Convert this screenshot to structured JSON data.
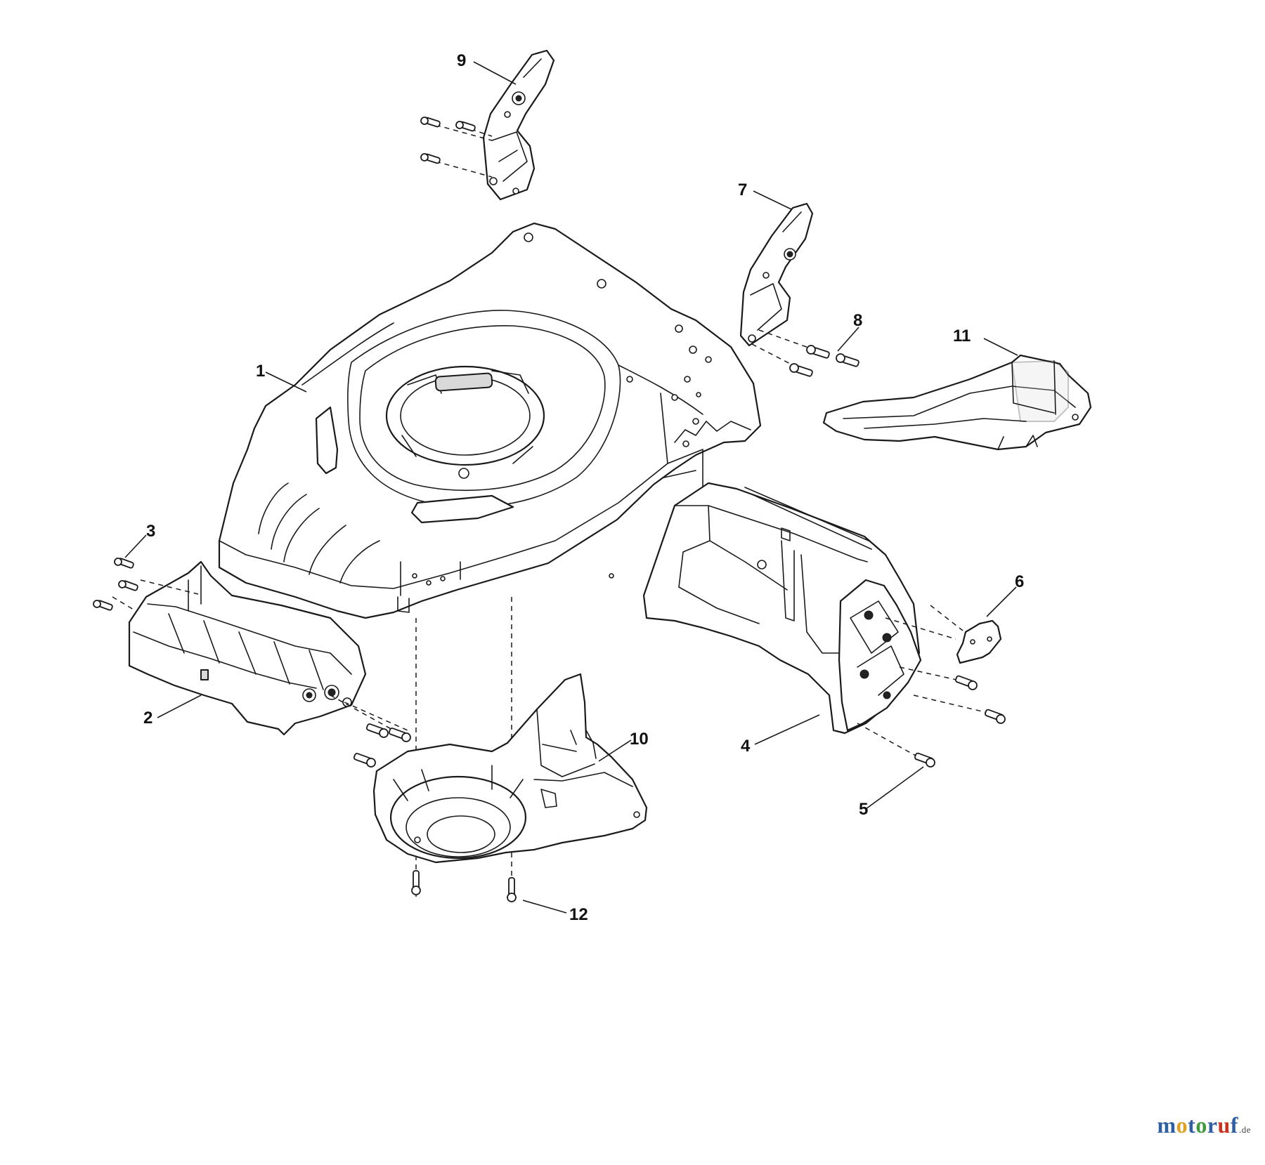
{
  "callouts": {
    "c1": "1",
    "c2": "2",
    "c3": "3",
    "c4": "4",
    "c5": "5",
    "c6": "6",
    "c7": "7",
    "c8": "8",
    "c9": "9",
    "c10": "10",
    "c11": "11",
    "c12": "12"
  },
  "watermark": {
    "segments": [
      {
        "text": "m",
        "color": "#2e5fa3"
      },
      {
        "text": "o",
        "color": "#e0a020"
      },
      {
        "text": "t",
        "color": "#2e5fa3"
      },
      {
        "text": "o",
        "color": "#3f9a3a"
      },
      {
        "text": "r",
        "color": "#2e5fa3"
      },
      {
        "text": "u",
        "color": "#c8321e"
      },
      {
        "text": "f",
        "color": "#2e5fa3"
      }
    ],
    "suffix": ".de"
  }
}
